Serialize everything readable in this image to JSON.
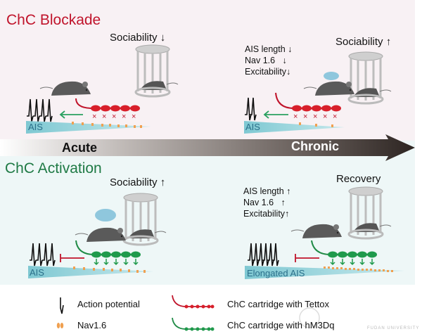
{
  "colors": {
    "blockade": "#c0142b",
    "activation": "#1f7a45",
    "ais": "#8fd0d8",
    "nav": "#f0a050",
    "mouse": "#555555",
    "cage": "#c8c8c8"
  },
  "top_panel": {
    "title": "ChC Blockade",
    "acute": {
      "sociability_label": "Sociability",
      "sociability_direction": "down",
      "ais_label": "AIS"
    },
    "chronic": {
      "sociability_label": "Sociability",
      "sociability_direction": "up",
      "changes": [
        {
          "label": "AIS length",
          "direction": "down"
        },
        {
          "label": "Nav 1.6",
          "direction": "down"
        },
        {
          "label": "Excitability",
          "direction": "down"
        }
      ],
      "ais_label": "AIS"
    }
  },
  "timeline": {
    "left": "Acute",
    "right": "Chronic"
  },
  "bottom_panel": {
    "title": "ChC Activation",
    "acute": {
      "sociability_label": "Sociability",
      "sociability_direction": "up",
      "ais_label": "AIS"
    },
    "chronic": {
      "outcome_label": "Recovery",
      "changes": [
        {
          "label": "AIS length",
          "direction": "up"
        },
        {
          "label": "Nav 1.6",
          "direction": "up"
        },
        {
          "label": "Excitability",
          "direction": "up"
        }
      ],
      "ais_label": "Elongated AIS"
    }
  },
  "legend": [
    {
      "icon": "action-potential-icon",
      "label": "Action potential"
    },
    {
      "icon": "nav16-channel-icon",
      "label": "Nav1.6"
    },
    {
      "icon": "red-cartridge-icon",
      "label": "ChC cartridge with Tettox"
    },
    {
      "icon": "green-cartridge-icon",
      "label": "ChC cartridge with hM3Dq"
    }
  ],
  "watermark": {
    "text": "FUDAN UNIVERSITY"
  }
}
